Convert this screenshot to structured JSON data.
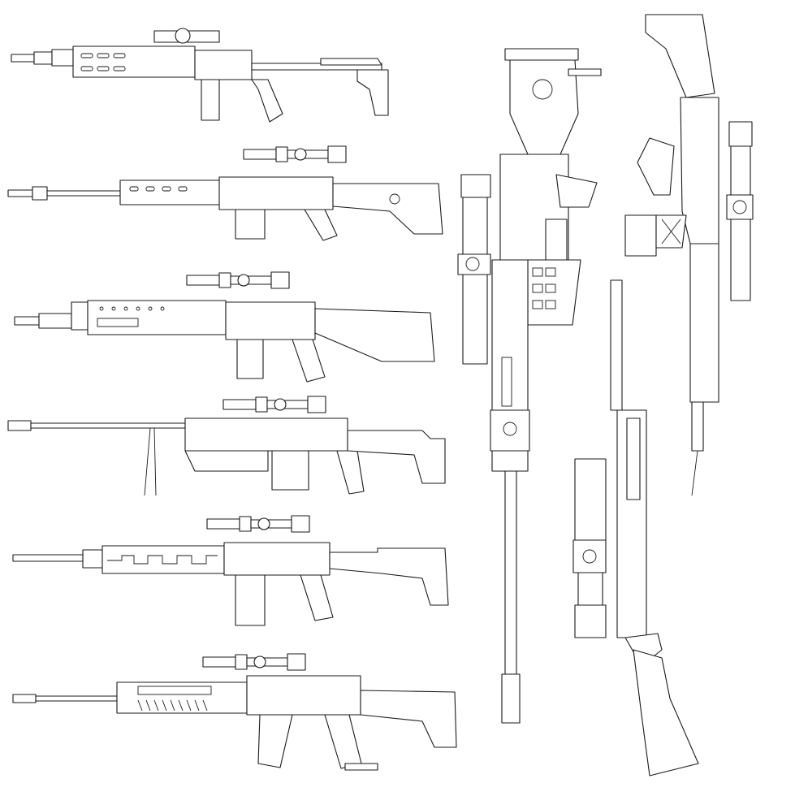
{
  "illustration": {
    "background_color": "#ffffff",
    "line_color": "#1a1a1a",
    "style": "black outline line art",
    "horizontal_rifle_count": 6,
    "vertical_rifle_count": 3
  }
}
